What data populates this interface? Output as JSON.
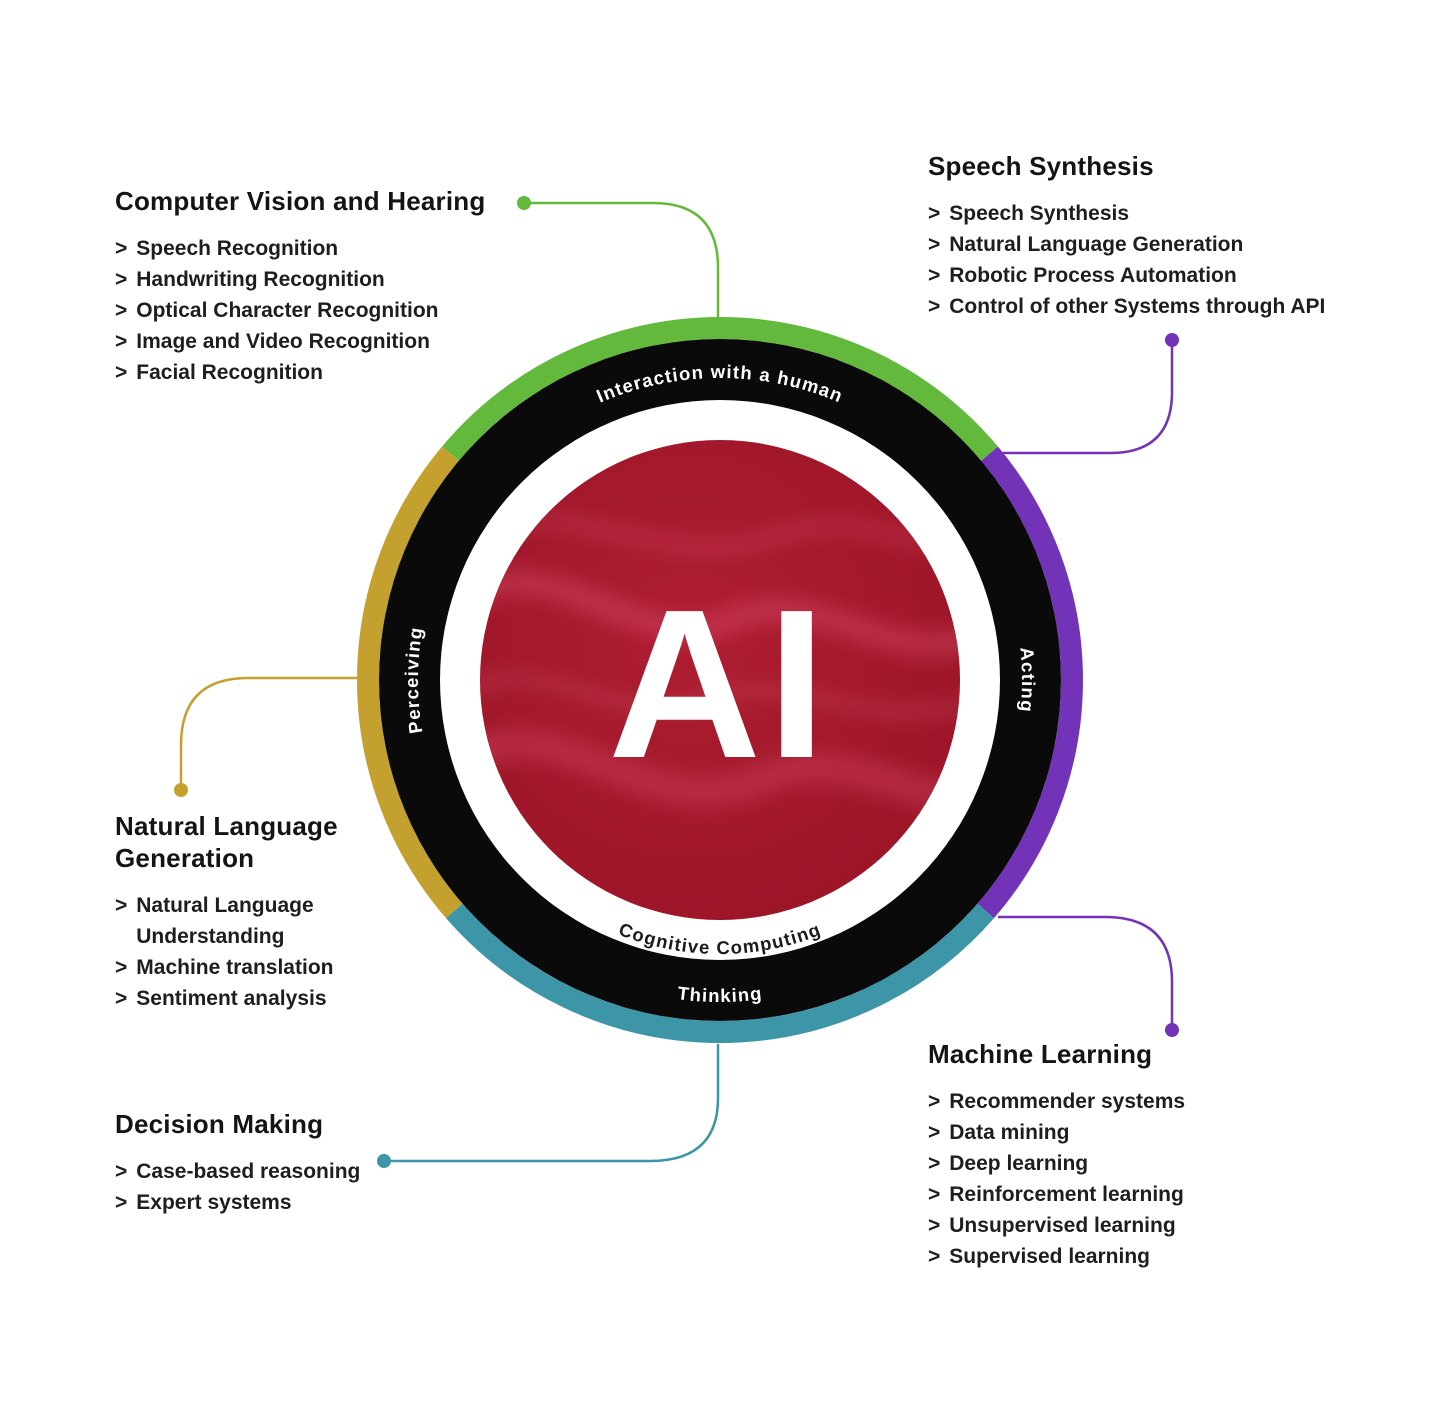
{
  "ui": {
    "bullet": ">"
  },
  "center": {
    "label": "AI"
  },
  "ring": {
    "top_label": "Interaction with a human",
    "right_label": "Acting",
    "left_label": "Perceiving",
    "bottom_black_label": "Thinking",
    "bottom_white_label": "Cognitive Computing"
  },
  "colors": {
    "green": "#63B93C",
    "purple": "#7233B8",
    "teal": "#3C96A8",
    "gold": "#C4A02E",
    "ring_black": "#0A0A0A",
    "center_red": "#A0172A"
  },
  "sections": {
    "computer_vision": {
      "title": "Computer Vision and Hearing",
      "items": [
        "Speech Recognition",
        "Handwriting Recognition",
        "Optical Character Recognition",
        "Image and Video Recognition",
        "Facial Recognition"
      ]
    },
    "speech_synthesis": {
      "title": "Speech Synthesis",
      "items": [
        "Speech Synthesis",
        "Natural Language Generation",
        "Robotic Process Automation",
        "Control of other Systems through API"
      ]
    },
    "natural_language_generation": {
      "title": "Natural Language Generation",
      "items": [
        "Natural Language Understanding",
        "Machine translation",
        "Sentiment analysis"
      ]
    },
    "decision_making": {
      "title": "Decision Making",
      "items": [
        "Case-based reasoning",
        "Expert systems"
      ]
    },
    "machine_learning": {
      "title": "Machine Learning",
      "items": [
        "Recommender systems",
        "Data mining",
        "Deep learning",
        "Reinforcement learning",
        "Unsupervised learning",
        "Supervised learning"
      ]
    }
  }
}
